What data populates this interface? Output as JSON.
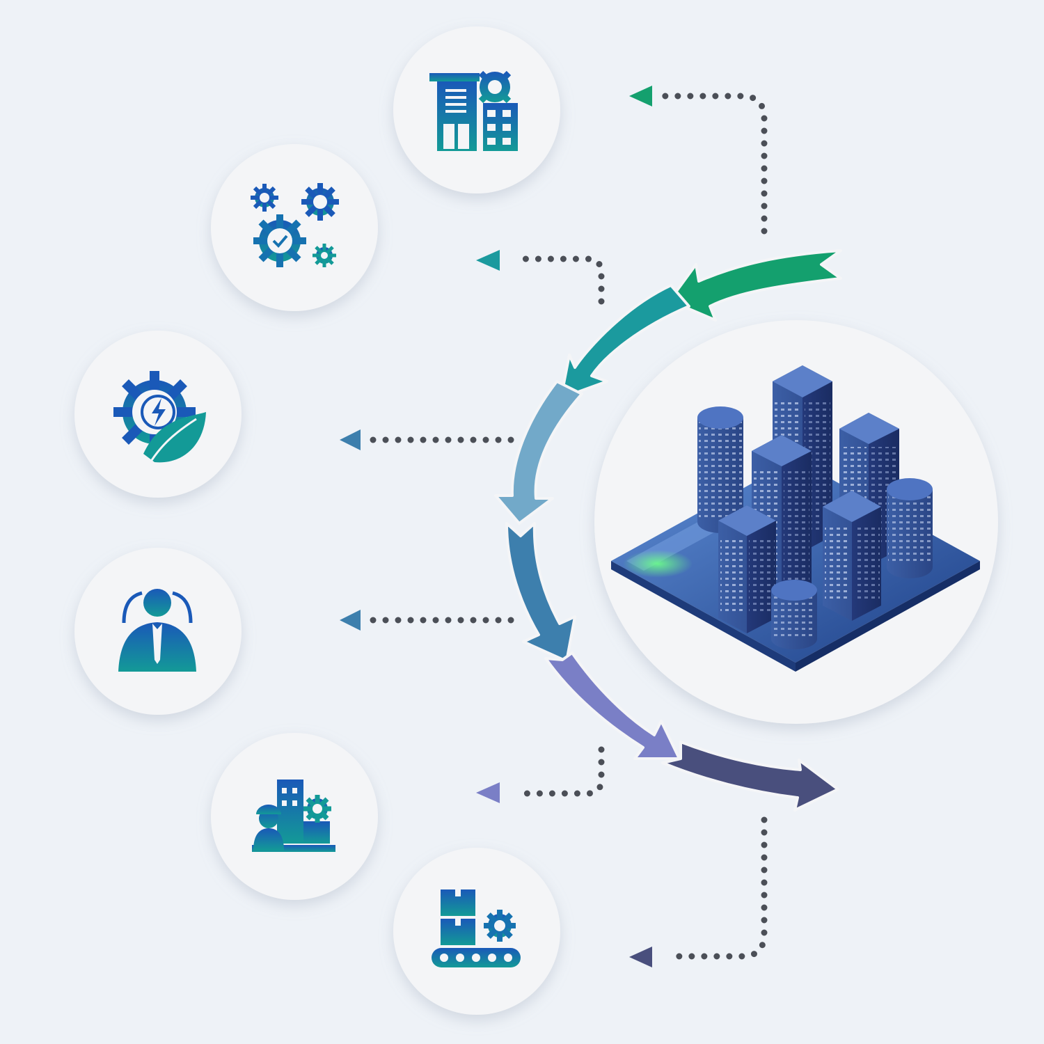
{
  "colors": {
    "background": "#eef2f7",
    "circle_fill": "#f4f5f7",
    "dots": "#4b4f57",
    "icon_blue": "#1a59b8",
    "icon_teal": "#139a97",
    "arrow_1": "#14a06e",
    "arrow_2": "#1b9a9e",
    "arrow_3": "#72a9c9",
    "arrow_4": "#3d7fad",
    "arrow_5": "#7a7fc6",
    "arrow_6": "#494f7d"
  },
  "nodes": [
    {
      "id": "smart-building",
      "icon": "building-gear-icon"
    },
    {
      "id": "operations",
      "icon": "gears-check-icon"
    },
    {
      "id": "energy",
      "icon": "gear-leaf-energy-icon"
    },
    {
      "id": "management",
      "icon": "manager-icon"
    },
    {
      "id": "construction",
      "icon": "worker-building-gear-icon"
    },
    {
      "id": "logistics",
      "icon": "conveyor-boxes-gear-icon"
    }
  ],
  "hub": {
    "icon": "isometric-city-icon"
  }
}
